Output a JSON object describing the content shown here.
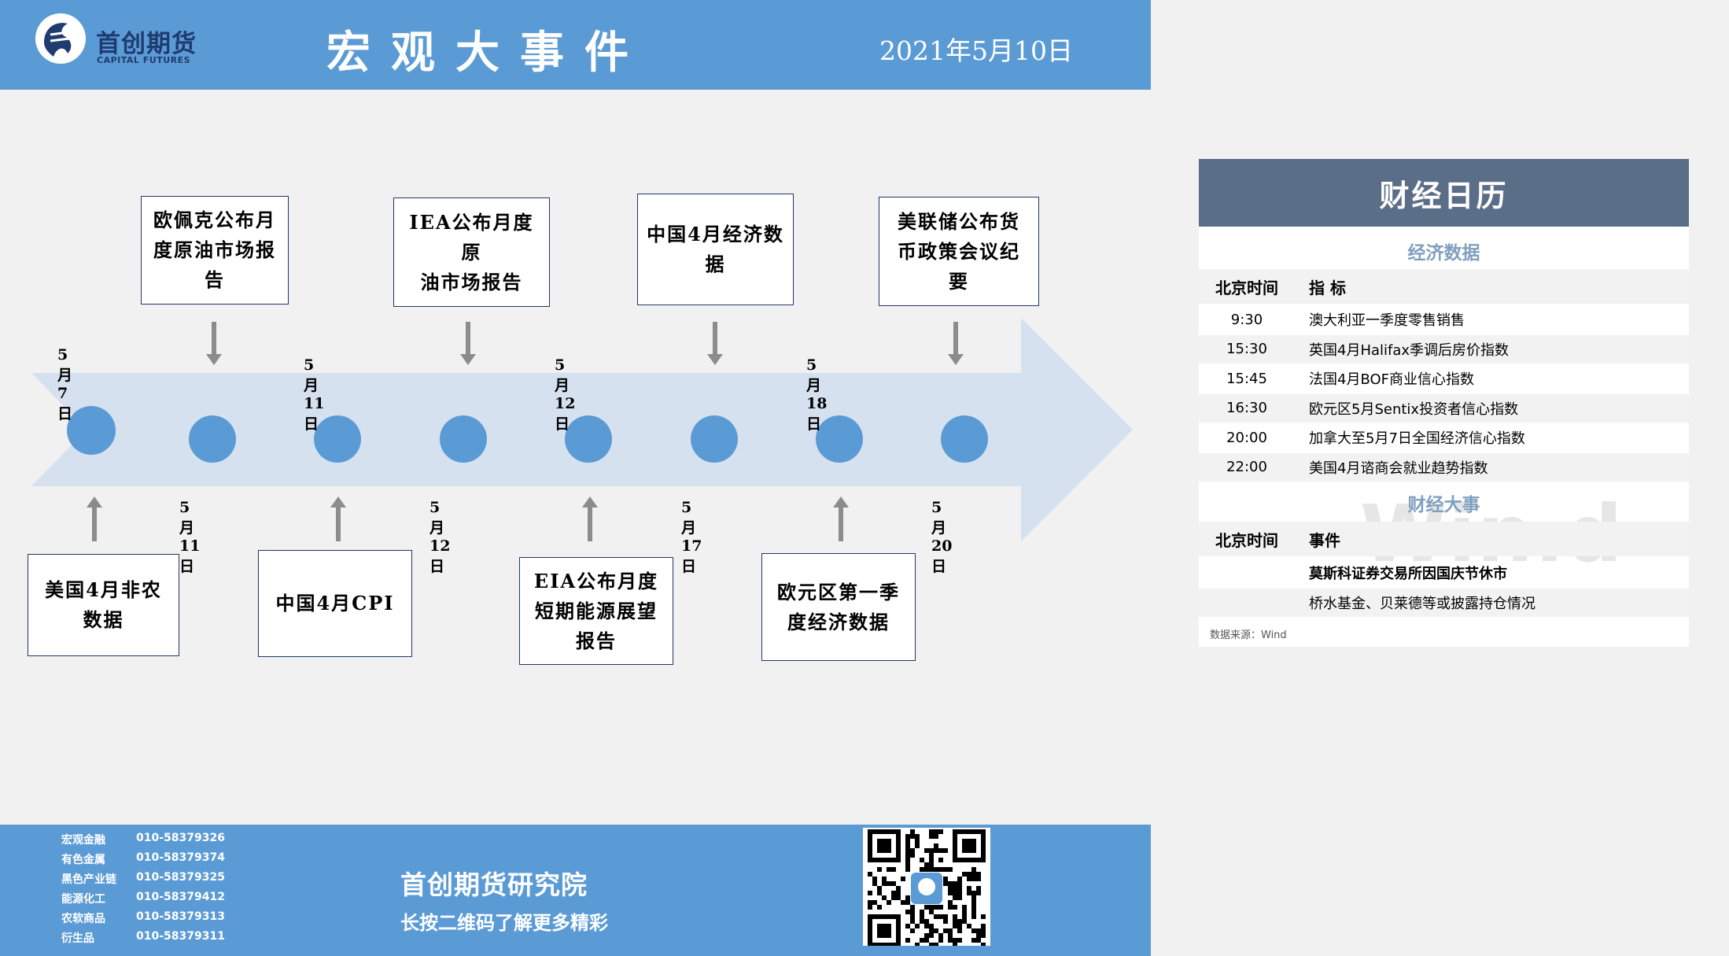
{
  "header": {
    "logo_cn": "首创期货",
    "logo_en": "CAPITAL FUTURES",
    "title": "宏观大事件",
    "date": "2021年5月10日"
  },
  "timeline": {
    "top_events": [
      {
        "date": "5月11日",
        "text": [
          "欧佩克公布月",
          "度原油市场报",
          "告"
        ]
      },
      {
        "date": "5月12日",
        "text": [
          "IEA公布月度原",
          "油市场报告"
        ]
      },
      {
        "date": "5月17日",
        "text": [
          "中国4月经济数",
          "据"
        ]
      },
      {
        "date": "5月20日",
        "text": [
          "美联储公布货",
          "币政策会议纪",
          "要"
        ]
      }
    ],
    "bottom_events": [
      {
        "date": "5月7日",
        "text": [
          "美国4月非农",
          "数据"
        ]
      },
      {
        "date": "5月11日",
        "text": [
          "中国4月CPI"
        ]
      },
      {
        "date": "5月12日",
        "text": [
          "EIA公布月度",
          "短期能源展望",
          "报告"
        ]
      },
      {
        "date": "5月18日",
        "text": [
          "欧元区第一季",
          "度经济数据"
        ]
      }
    ]
  },
  "calendar": {
    "title": "财经日历",
    "econ_section": "经济数据",
    "econ_headers": {
      "time": "北京时间",
      "item": "指  标"
    },
    "econ_rows": [
      {
        "time": "9:30",
        "item": "澳大利亚一季度零售销售"
      },
      {
        "time": "15:30",
        "item": "英国4月Halifax季调后房价指数"
      },
      {
        "time": "15:45",
        "item": "法国4月BOF商业信心指数"
      },
      {
        "time": "16:30",
        "item": "欧元区5月Sentix投资者信心指数"
      },
      {
        "time": "20:00",
        "item": "加拿大至5月7日全国经济信心指数"
      },
      {
        "time": "22:00",
        "item": "美国4月谘商会就业趋势指数"
      }
    ],
    "events_section": "财经大事",
    "event_headers": {
      "time": "北京时间",
      "item": "事件"
    },
    "event_rows": [
      {
        "time": "",
        "item": "莫斯科证券交易所因国庆节休市"
      },
      {
        "time": "",
        "item": "桥水基金、贝莱德等或披露持仓情况"
      }
    ],
    "watermark": "Win.d",
    "source": "数据来源：Wind"
  },
  "footer": {
    "contacts": [
      {
        "dept": "宏观金融",
        "phone": "010-58379326"
      },
      {
        "dept": "有色金属",
        "phone": "010-58379374"
      },
      {
        "dept": "黑色产业链",
        "phone": "010-58379325"
      },
      {
        "dept": "能源化工",
        "phone": "010-58379412"
      },
      {
        "dept": "农软商品",
        "phone": "010-58379313"
      },
      {
        "dept": "衍生品",
        "phone": "010-58379311"
      }
    ],
    "institute": "首创期货研究院",
    "slogan": "长按二维码了解更多精彩"
  },
  "colors": {
    "header_blue": "#5b9bd5",
    "dot_blue": "#5b9bd5",
    "arrow_fill": "#d6e1f0",
    "calendar_title_bg": "#5b6e87",
    "section_text": "#7f9fbf"
  }
}
